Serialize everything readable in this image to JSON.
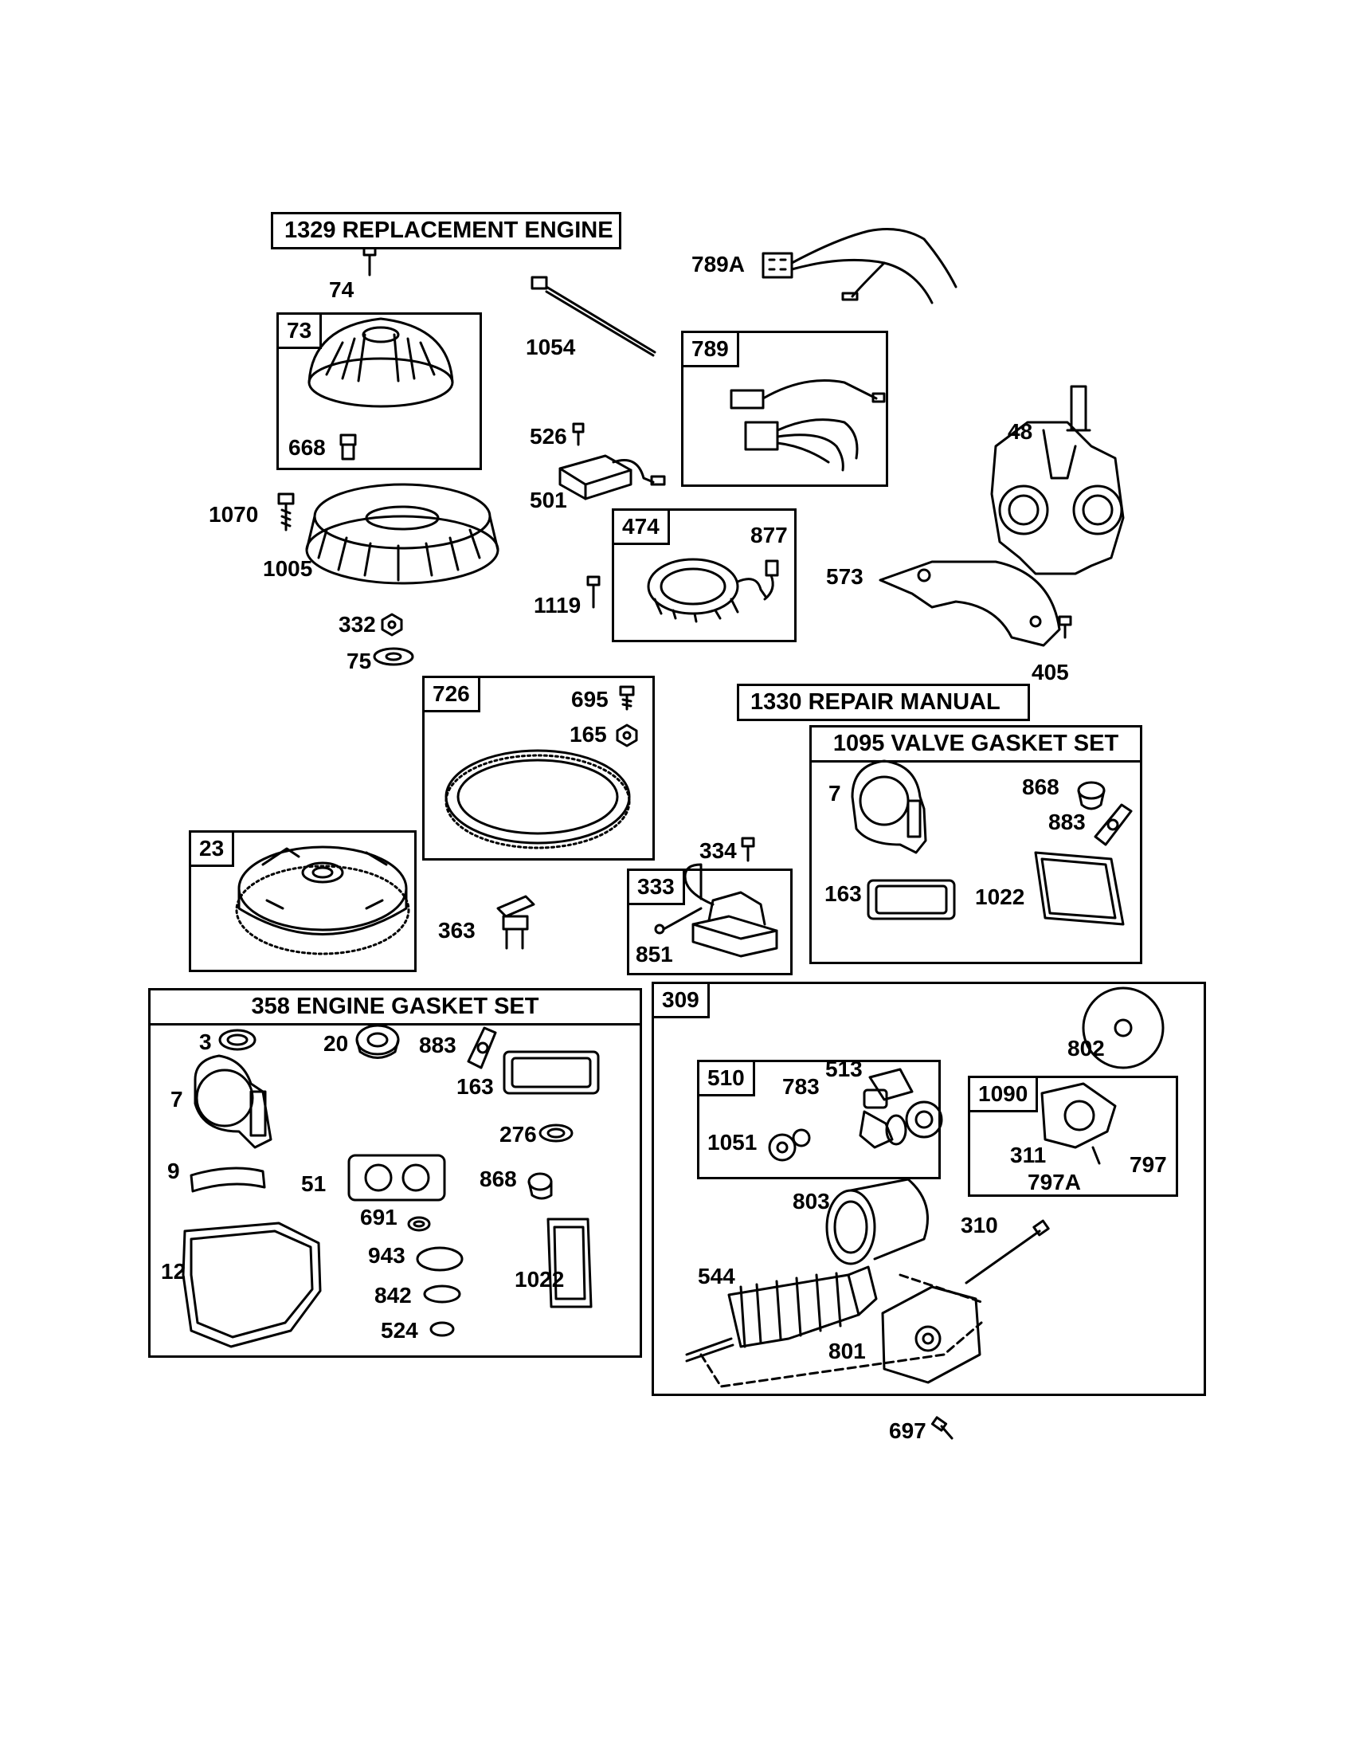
{
  "banners": {
    "replacement_engine": "1329 REPLACEMENT ENGINE",
    "repair_manual": "1330 REPAIR MANUAL"
  },
  "boxes": {
    "b73": "73",
    "b789": "789",
    "b474": "474",
    "b726": "726",
    "b23": "23",
    "b333": "333",
    "b309": "309",
    "b510": "510",
    "b1090": "1090",
    "valve_gasket_set": "1095 VALVE GASKET SET",
    "engine_gasket_set": "358 ENGINE GASKET SET"
  },
  "parts": {
    "p74": "74",
    "p668": "668",
    "p1070": "1070",
    "p1005": "1005",
    "p332": "332",
    "p75": "75",
    "p1054": "1054",
    "p789A": "789A",
    "p526": "526",
    "p501": "501",
    "p877": "877",
    "p1119": "1119",
    "p48": "48",
    "p573": "573",
    "p405": "405",
    "p695": "695",
    "p165": "165",
    "p334": "334",
    "p363": "363",
    "p851": "851",
    "v7": "7",
    "v868": "868",
    "v883": "883",
    "v163": "163",
    "v1022": "1022",
    "g3": "3",
    "g20": "20",
    "g883": "883",
    "g163": "163",
    "g7": "7",
    "g276": "276",
    "g9": "9",
    "g51": "51",
    "g868": "868",
    "g691": "691",
    "g943": "943",
    "g12": "12",
    "g1022": "1022",
    "g842": "842",
    "g524": "524",
    "s802": "802",
    "s783": "783",
    "s513": "513",
    "s1051": "1051",
    "s311": "311",
    "s797": "797",
    "s797A": "797A",
    "s803": "803",
    "s310": "310",
    "s544": "544",
    "s801": "801",
    "s697": "697"
  }
}
